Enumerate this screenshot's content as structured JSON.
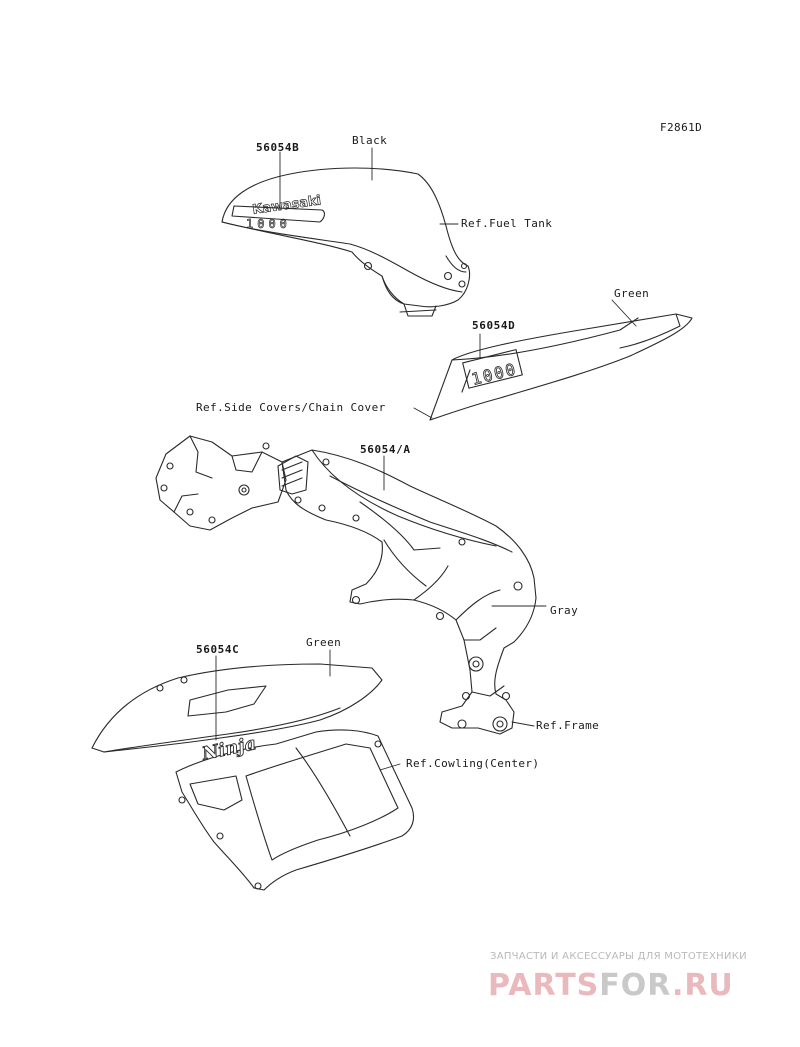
{
  "figure_id": "F2861D",
  "labels": {
    "part_b": "56054B",
    "color_black": "Black",
    "ref_fuel_tank": "Ref.Fuel Tank",
    "color_green_top": "Green",
    "part_d": "56054D",
    "ref_side_covers": "Ref.Side Covers/Chain Cover",
    "part_a": "56054/A",
    "color_gray": "Gray",
    "ref_frame": "Ref.Frame",
    "color_green_bottom": "Green",
    "part_c": "56054C",
    "ref_cowling": "Ref.Cowling(Center)"
  },
  "decals": {
    "tank_brand": "Kawasaki",
    "tank_model": "1000",
    "side_model": "1000",
    "cowl_logo": "Ninja"
  },
  "watermark": {
    "tagline": "ЗАПЧАСТИ И АКСЕССУАРЫ ДЛЯ МОТОТЕХНИКИ",
    "brand_part1": "PARTS",
    "brand_part2": "FOR",
    "brand_part3": ".RU"
  },
  "colors": {
    "line": "#2a2a2a",
    "watermark_red": "#e9b9bd",
    "watermark_gray": "#c9c9c9"
  }
}
